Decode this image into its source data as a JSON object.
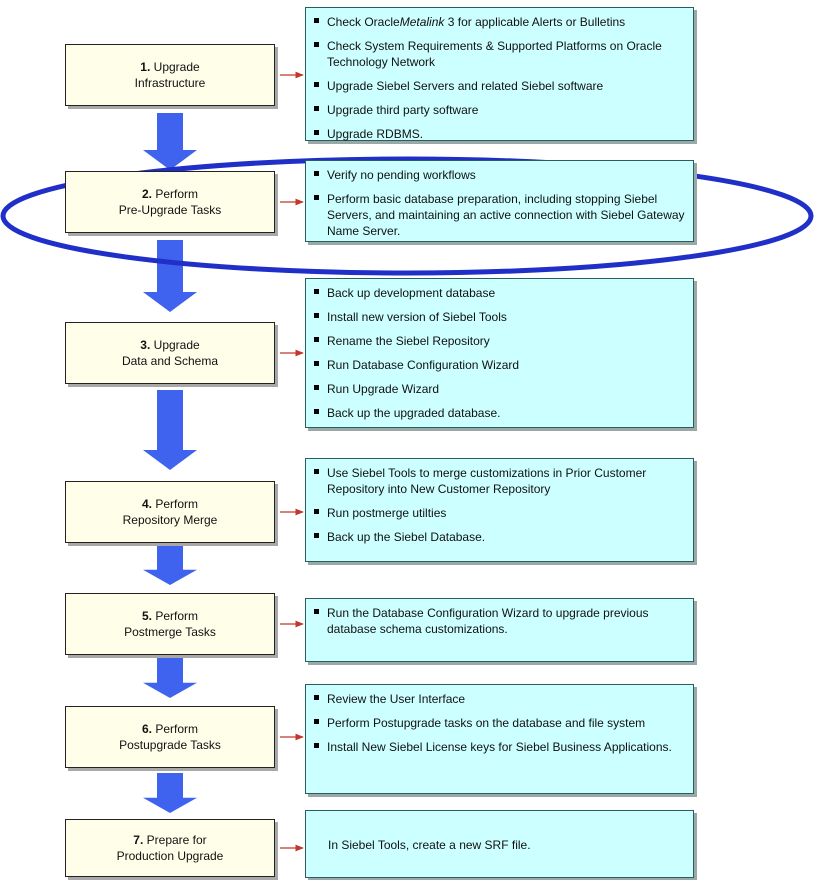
{
  "steps": [
    {
      "number": "1.",
      "title_line1": "Upgrade",
      "title_line2": "Infrastructure",
      "tasks": [
        {
          "parts": [
            {
              "text": "Check Oracle",
              "italic": false
            },
            {
              "text": "Metalink",
              "italic": true
            },
            {
              "text": " 3 for applicable Alerts or Bulletins",
              "italic": false
            }
          ]
        },
        {
          "parts": [
            {
              "text": "Check System Requirements & Supported Platforms on Oracle Technology Network",
              "italic": false
            }
          ]
        },
        {
          "parts": [
            {
              "text": "Upgrade Siebel Servers and related Siebel software",
              "italic": false
            }
          ]
        },
        {
          "parts": [
            {
              "text": "Upgrade third party software",
              "italic": false
            }
          ]
        },
        {
          "parts": [
            {
              "text": "Upgrade RDBMS.",
              "italic": false
            }
          ]
        }
      ]
    },
    {
      "number": "2.",
      "title_line1": "Perform",
      "title_line2": "Pre-Upgrade Tasks",
      "highlighted": true,
      "tasks": [
        {
          "parts": [
            {
              "text": "Verify no pending workflows",
              "italic": false
            }
          ]
        },
        {
          "parts": [
            {
              "text": "Perform basic database preparation, including stopping Siebel Servers, and maintaining an active connection with Siebel Gateway Name Server.",
              "italic": false
            }
          ]
        }
      ]
    },
    {
      "number": "3.",
      "title_line1": "Upgrade",
      "title_line2": "Data and Schema",
      "tasks": [
        {
          "parts": [
            {
              "text": "Back up development database",
              "italic": false
            }
          ]
        },
        {
          "parts": [
            {
              "text": "Install new version of Siebel Tools",
              "italic": false
            }
          ]
        },
        {
          "parts": [
            {
              "text": "Rename the Siebel Repository",
              "italic": false
            }
          ]
        },
        {
          "parts": [
            {
              "text": "Run Database Configuration Wizard",
              "italic": false
            }
          ]
        },
        {
          "parts": [
            {
              "text": "Run Upgrade Wizard",
              "italic": false
            }
          ]
        },
        {
          "parts": [
            {
              "text": "Back up the upgraded database.",
              "italic": false
            }
          ]
        }
      ]
    },
    {
      "number": "4.",
      "title_line1": "Perform",
      "title_line2": "Repository Merge",
      "tasks": [
        {
          "parts": [
            {
              "text": "Use Siebel Tools to merge customizations in Prior Customer Repository into New Customer Repository",
              "italic": false
            }
          ]
        },
        {
          "parts": [
            {
              "text": "Run postmerge utilties",
              "italic": false
            }
          ]
        },
        {
          "parts": [
            {
              "text": "Back up the Siebel Database.",
              "italic": false
            }
          ]
        }
      ]
    },
    {
      "number": "5.",
      "title_line1": "Perform",
      "title_line2": "Postmerge Tasks",
      "tasks": [
        {
          "parts": [
            {
              "text": "Run the Database Configuration Wizard to upgrade previous database schema customizations.",
              "italic": false
            }
          ]
        }
      ]
    },
    {
      "number": "6.",
      "title_line1": "Perform",
      "title_line2": "Postupgrade Tasks",
      "tasks": [
        {
          "parts": [
            {
              "text": "Review the User Interface",
              "italic": false
            }
          ]
        },
        {
          "parts": [
            {
              "text": "Perform Postupgrade tasks on the database and file system",
              "italic": false
            }
          ]
        },
        {
          "parts": [
            {
              "text": "Install New Siebel License keys for Siebel Business Applications.",
              "italic": false
            }
          ]
        }
      ]
    },
    {
      "number": "7.",
      "title_line1": "Prepare for",
      "title_line2": "Production Upgrade",
      "tasks": [
        {
          "bullet": false,
          "parts": [
            {
              "text": "In Siebel Tools, create a new SRF file.",
              "italic": false
            }
          ]
        }
      ]
    }
  ],
  "colors": {
    "step_fill": "#fefee9",
    "task_fill": "#ccffff",
    "flow_arrow": "#3f63ee",
    "link_arrow": "#c0392b",
    "highlight_ring": "#1f2fc8"
  },
  "icons": {
    "flow": "down-block-arrow-icon",
    "link": "right-arrow-icon",
    "bullet": "square-bullet-icon"
  }
}
